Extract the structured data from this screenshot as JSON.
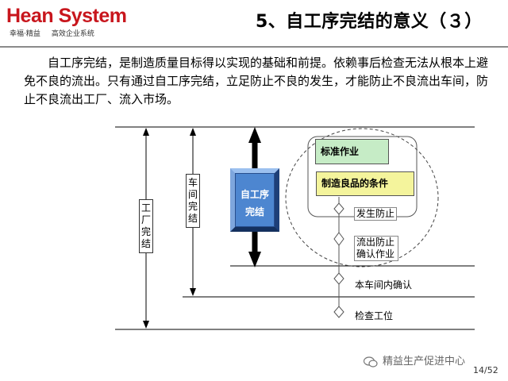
{
  "logo": {
    "name": "Hean System",
    "tagline_left": "幸福·精益",
    "tagline_right": "高效企业系统"
  },
  "title": "5、自工序完结的意义（３）",
  "paragraph": "自工序完结，是制造质量目标得以实现的基础和前提。依赖事后检查无法从根本上避免不良的流出。只有通过自工序完结，立足防止不良的发生，才能防止不良流出车间，防止不良流出工厂、流入市场。",
  "diagram": {
    "factory_label": "工厂完结",
    "workshop_label": "车间完结",
    "process_box": "自工序完结",
    "standard_work": "标准作业",
    "quality_conditions": "制造良品的条件",
    "checkpoints": [
      "发生防止",
      "流出防止确认作业",
      "本车间内确认",
      "检查工位"
    ],
    "colors": {
      "standard_work_bg": "#c6ecc6",
      "conditions_bg": "#f4f49c",
      "process_box": "#3a6db8",
      "arrow": "#000000"
    }
  },
  "footer": {
    "watermark": "精益生产促进中心",
    "page": "14/52"
  }
}
